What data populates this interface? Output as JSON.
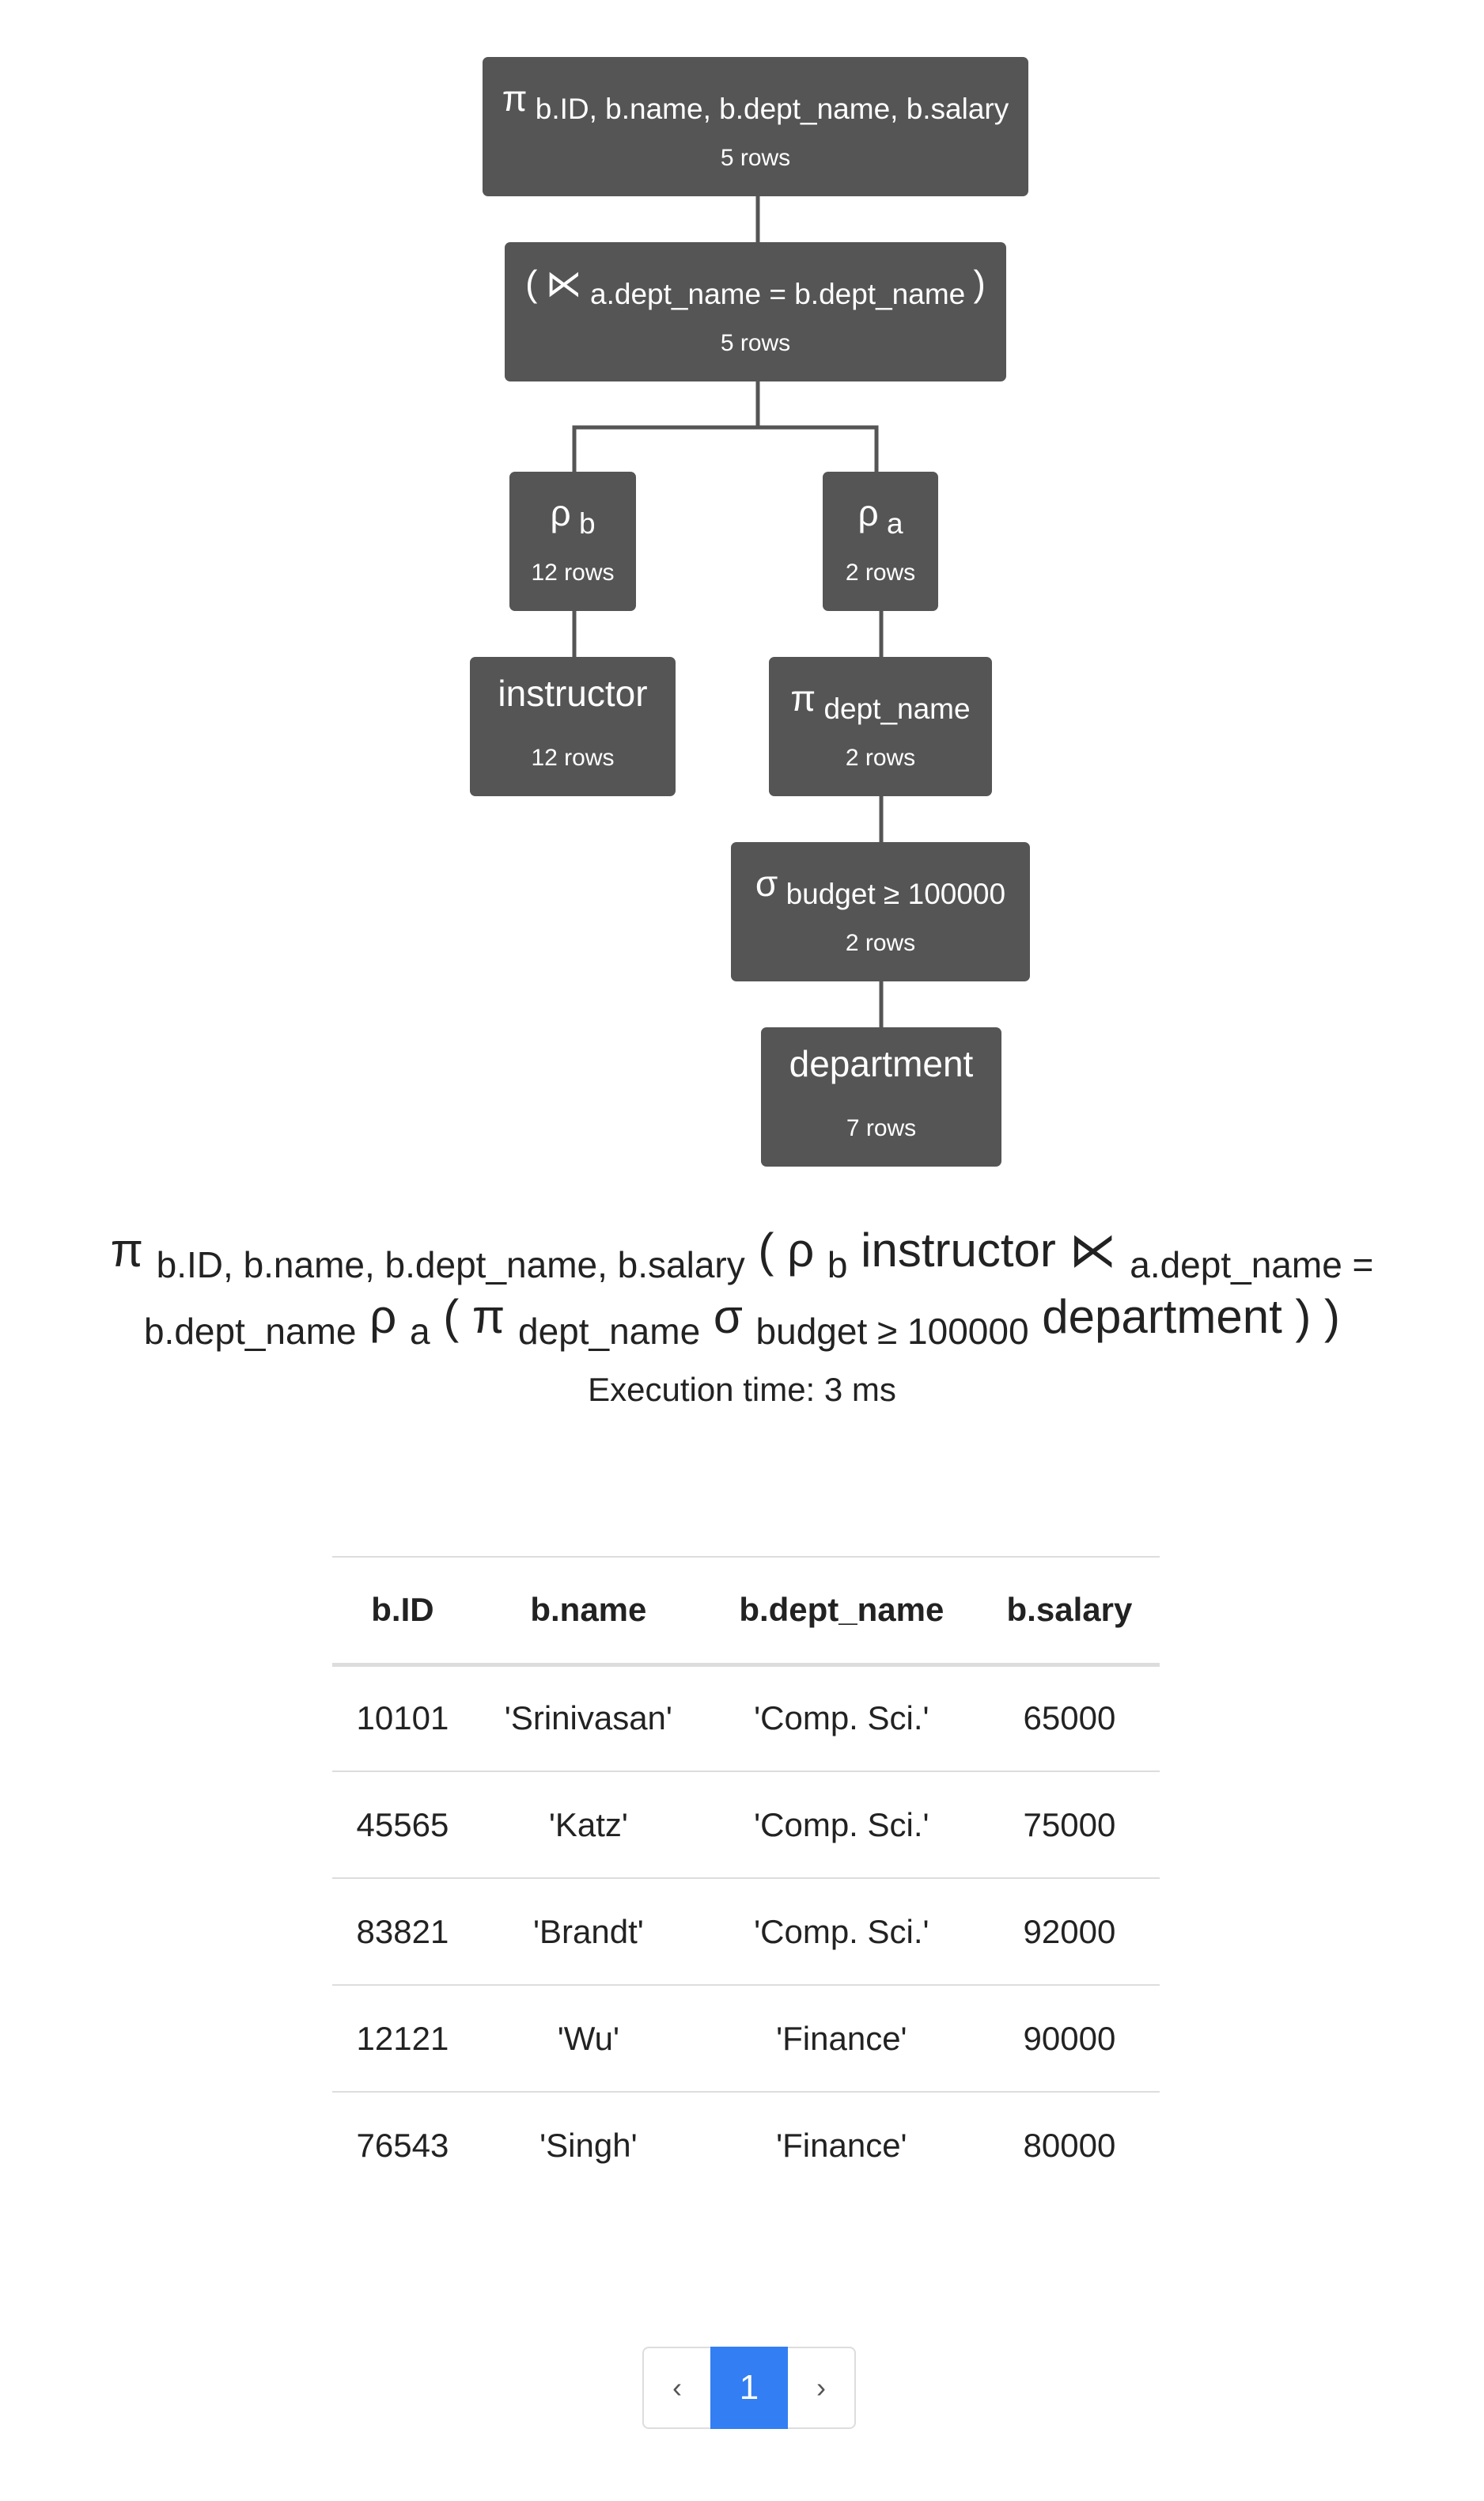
{
  "tree": {
    "projection_root": {
      "op": "π",
      "subscript": "b.ID, b.name, b.dept_name, b.salary",
      "rows": "5 rows"
    },
    "join": {
      "open": "(",
      "op": "⋉",
      "subscript": "a.dept_name = b.dept_name",
      "close": ")",
      "rows": "5 rows"
    },
    "rename_b": {
      "op": "ρ",
      "subscript": "b",
      "rows": "12 rows"
    },
    "rename_a": {
      "op": "ρ",
      "subscript": "a",
      "rows": "2 rows"
    },
    "instructor": {
      "label": "instructor",
      "rows": "12 rows"
    },
    "projection_dept": {
      "op": "π",
      "subscript": "dept_name",
      "rows": "2 rows"
    },
    "selection": {
      "op": "σ",
      "subscript": "budget ≥ 100000",
      "rows": "2 rows"
    },
    "department": {
      "label": "department",
      "rows": "7 rows"
    }
  },
  "expression": {
    "pi1": "π",
    "pi1_sub": "b.ID, b.name, b.dept_name, b.salary",
    "paren1": "(",
    "rho1": "ρ",
    "rho1_sub": "b",
    "rel1": "instructor",
    "join_op": "⋉",
    "join_sub": "a.dept_name = b.dept_name",
    "rho2": "ρ",
    "rho2_sub": "a",
    "paren2": "(",
    "pi2": "π",
    "pi2_sub": "dept_name",
    "sigma": "σ",
    "sigma_sub": "budget ≥ 100000",
    "rel2": "department",
    "close_parens": ") )"
  },
  "execution_time": "Execution time: 3 ms",
  "table": {
    "columns": [
      "b.ID",
      "b.name",
      "b.dept_name",
      "b.salary"
    ],
    "rows": [
      [
        "10101",
        "'Srinivasan'",
        "'Comp. Sci.'",
        "65000"
      ],
      [
        "45565",
        "'Katz'",
        "'Comp. Sci.'",
        "75000"
      ],
      [
        "83821",
        "'Brandt'",
        "'Comp. Sci.'",
        "92000"
      ],
      [
        "12121",
        "'Wu'",
        "'Finance'",
        "90000"
      ],
      [
        "76543",
        "'Singh'",
        "'Finance'",
        "80000"
      ]
    ]
  },
  "pagination": {
    "prev": "‹",
    "current": "1",
    "next": "›"
  },
  "colors": {
    "node_bg": "#555555",
    "connector": "#555555",
    "page_active": "#337ef2",
    "table_border": "#dddddd"
  }
}
